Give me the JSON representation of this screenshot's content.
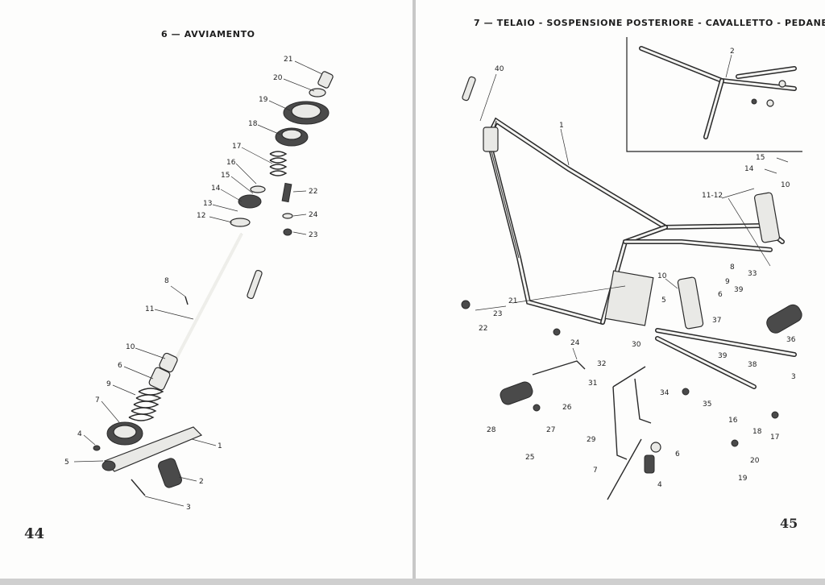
{
  "left_page": {
    "title": "6 — AVVIAMENTO",
    "page_number": "44",
    "callouts": [
      "21",
      "20",
      "19",
      "18",
      "17",
      "16",
      "15",
      "14",
      "13",
      "12",
      "22",
      "24",
      "23",
      "8",
      "11",
      "10",
      "6",
      "9",
      "7",
      "4",
      "5",
      "1",
      "2",
      "3"
    ]
  },
  "right_page": {
    "title": "7 — TELAIO - SOSPENSIONE POSTERIORE - CAVALLETTO - PEDANE",
    "page_number": "45",
    "callouts": [
      "40",
      "1",
      "2",
      "15",
      "14",
      "10",
      "11-12",
      "8",
      "9",
      "33",
      "39",
      "10",
      "6",
      "37",
      "39",
      "36",
      "21",
      "23",
      "22",
      "5",
      "24",
      "30",
      "32",
      "31",
      "26",
      "28",
      "25",
      "27",
      "29",
      "34",
      "35",
      "38",
      "3",
      "16",
      "18",
      "17",
      "7",
      "6",
      "4",
      "20",
      "19"
    ]
  }
}
